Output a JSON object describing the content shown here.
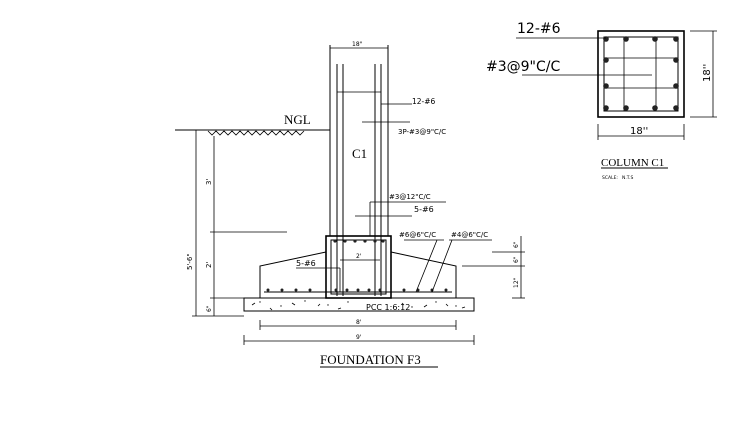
{
  "foundation": {
    "title": "FOUNDATION F3",
    "ngl": "NGL",
    "column_label": "C1",
    "column_width": "18\"",
    "main_bars": "12-#6",
    "column_ties": "3P-#3@9\"C/C",
    "pedestal_ties": "#3@12\"C/C",
    "pedestal_bars": "5-#6",
    "bottom_bars": "5-#6",
    "mesh_a": "#6@6\"C/C",
    "mesh_b": "#4@6\"C/C",
    "pedestal_width": "2'",
    "pcc": "PCC 1:6:12",
    "depth_total": "5'-6\"",
    "depth_upper": "3'",
    "depth_lower": "2'",
    "depth_pcc": "6\"",
    "right_dim_1": "6\"",
    "right_dim_2": "6\"",
    "right_dim_3": "12\"",
    "footing_width": "8'",
    "pcc_width": "9'"
  },
  "column_section": {
    "title": "COLUMN C1",
    "scale_label": "SCALE:",
    "scale_value": "N.T.S",
    "bars": "12-#6",
    "ties": "#3@9\"C/C",
    "width": "18''",
    "height": "18''"
  }
}
